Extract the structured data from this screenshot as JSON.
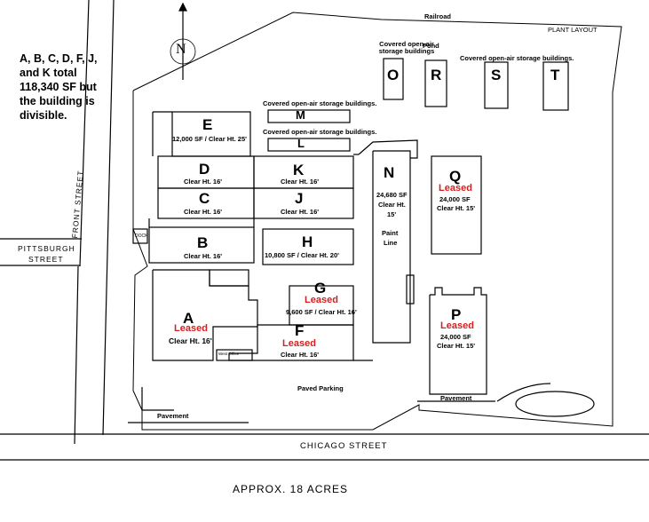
{
  "note": "A, B, C, D, F, J, and K total 118,340 SF but the building is divisible.",
  "header": {
    "railroad": "Railroad",
    "plant_layout": "PLANT LAYOUT",
    "pond": "Pond",
    "storage_a": "Covered open-air storage buildings",
    "storage_b": "Covered open-air storage buildings.",
    "storage_c": "Covered open-air storage buildings.",
    "storage_d": "Covered open-air storage buildings."
  },
  "buildings": {
    "O": "O",
    "R": "R",
    "S": "S",
    "T": "T",
    "M": "M",
    "L": "L",
    "E": "E",
    "E_info": "12,000 SF / Clear Ht. 25'",
    "D": "D",
    "D_info": "Clear Ht. 16'",
    "C": "C",
    "C_info": "Clear Ht. 16'",
    "B": "B",
    "B_info": "Clear Ht. 16'",
    "K": "K",
    "K_info": "Clear Ht. 16'",
    "J": "J",
    "J_info": "Clear Ht. 16'",
    "H": "H",
    "H_info": "10,800 SF / Clear Ht. 20'",
    "G": "G",
    "G_status": "Leased",
    "G_info": "9,600 SF / Clear Ht. 16'",
    "F": "F",
    "F_status": "Leased",
    "F_info": "Clear Ht. 16'",
    "A": "A",
    "A_status": "Leased",
    "A_info": "Clear Ht. 16'",
    "N": "N",
    "N_sf": "24,680 SF",
    "N_ht": "Clear Ht.",
    "N_ht2": "15'",
    "N_paint": "Paint",
    "N_line": "Line",
    "Q": "Q",
    "Q_status": "Leased",
    "Q_sf": "24,000 SF",
    "Q_ht": "Clear Ht. 15'",
    "P": "P",
    "P_status": "Leased",
    "P_sf": "24,000 SF",
    "P_ht": "Clear Ht. 15'"
  },
  "labels": {
    "west_office": "West Office",
    "dock": "DOCK",
    "paved_parking": "Paved Parking",
    "pavement_left": "Pavement",
    "pavement_right": "Pavement"
  },
  "streets": {
    "front": "FRONT STREET",
    "pittsburgh_1": "PITTSBURGH",
    "pittsburgh_2": "STREET",
    "chicago": "CHICAGO STREET"
  },
  "acreage": "APPROX. 18 ACRES",
  "compass": "N",
  "colors": {
    "leased": "#d42020",
    "lines": "#000000",
    "background": "#ffffff"
  }
}
